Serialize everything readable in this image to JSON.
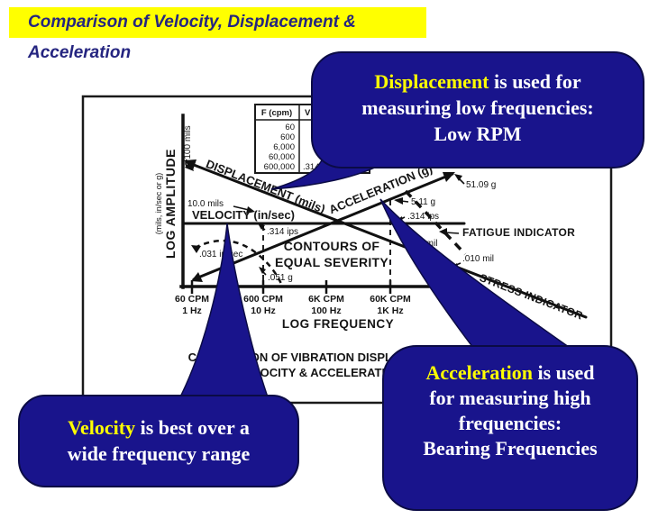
{
  "title": {
    "text": "Comparison of Velocity, Displacement & Acceleration",
    "bg": "#ffff00",
    "text_color": "#252580"
  },
  "colors": {
    "bubble": "#19148c",
    "highlight": "#ffff00",
    "ink": "#1a1a1a"
  },
  "bubbles": {
    "displacement": {
      "keyword": "Displacement",
      "rest": " is used for",
      "lines": [
        "measuring low frequencies:",
        "Low RPM"
      ]
    },
    "velocity": {
      "keyword": "Velocity",
      "rest": " is best over a",
      "lines": [
        "wide frequency range"
      ]
    },
    "acceleration": {
      "keyword": "Acceleration",
      "rest": " is used",
      "lines": [
        "for measuring high",
        "frequencies:",
        "Bearing Frequencies"
      ]
    }
  },
  "chart": {
    "ylabel": "LOG AMPLITUDE",
    "ylabel_units": "(mils, in/sec or g)",
    "xlabel": "LOG FREQUENCY",
    "caption1": "COMPARISON OF VIBRATION DISPLACEMENT,",
    "caption2": "VELOCITY & ACCELERATION",
    "contours1": "CONTOURS OF",
    "contours2": "EQUAL SEVERITY",
    "line_displacement": "DISPLACEMENT (mils)",
    "line_velocity": "VELOCITY (in/sec)",
    "line_acceleration": "ACCELERATION (g)",
    "fatigue": "FATIGUE INDICATOR",
    "stress": "STRESS INDICATOR",
    "ann": {
      "mils100": "100 mils",
      "mils10": "10.0 mils",
      "ips314a": ".314 ips",
      "insec031": ".031 in/sec",
      "g051": ".051 g",
      "g511": "5.11 g",
      "g5109": "51.09 g",
      "ips314b": ".314 ips",
      "mil10": ".10 mil",
      "mil010": ".010 mil"
    },
    "ticks": [
      [
        "60 CPM",
        "1 Hz"
      ],
      [
        "600 CPM",
        "10 Hz"
      ],
      [
        "6K CPM",
        "100 Hz"
      ],
      [
        "60K CPM",
        "1K Hz"
      ]
    ],
    "table": {
      "col1": "F (cpm)",
      "col2": "V",
      "rows": [
        "60",
        "600",
        "6,000",
        "60,000",
        "600,000"
      ],
      "v_last": ".314"
    }
  },
  "chart_data": {
    "type": "line",
    "title": "COMPARISON OF VIBRATION DISPLACEMENT, VELOCITY & ACCELERATION",
    "xlabel": "LOG FREQUENCY",
    "ylabel": "LOG AMPLITUDE",
    "ylabel_units": "(mils, in/sec or g)",
    "x_scale": "log",
    "y_scale": "log",
    "x_ticks": [
      {
        "cpm": "60 CPM",
        "hz": "1 Hz"
      },
      {
        "cpm": "600 CPM",
        "hz": "10 Hz"
      },
      {
        "cpm": "6K CPM",
        "hz": "100 Hz"
      },
      {
        "cpm": "60K CPM",
        "hz": "1K Hz"
      }
    ],
    "series": [
      {
        "name": "DISPLACEMENT (mils)",
        "shape": "descending diagonal",
        "labeled_points": [
          {
            "label": "100 mils",
            "at": "60 CPM"
          },
          {
            "label": "10.0 mils",
            "at": "600 CPM"
          },
          {
            "label": ".10 mil",
            "at": "60K CPM"
          },
          {
            "label": ".010 mil",
            "at": "600K CPM"
          }
        ]
      },
      {
        "name": "VELOCITY (in/sec)",
        "shape": "horizontal constant",
        "labeled_points": [
          {
            "label": ".314 ips"
          },
          {
            "label": ".031 in/sec"
          },
          {
            "label": ".314 ips",
            "at": "60K CPM"
          }
        ]
      },
      {
        "name": "ACCELERATION (g)",
        "shape": "ascending diagonal",
        "labeled_points": [
          {
            "label": ".051 g"
          },
          {
            "label": "5.11 g",
            "at": "60K CPM"
          },
          {
            "label": "51.09 g"
          }
        ]
      }
    ],
    "annotations": [
      "CONTOURS OF EQUAL SEVERITY",
      "FATIGUE INDICATOR",
      "STRESS INDICATOR"
    ],
    "inset_table": {
      "headers": [
        "F (cpm)",
        "V"
      ],
      "rows": [
        [
          "60",
          ""
        ],
        [
          "600",
          ""
        ],
        [
          "6,000",
          ""
        ],
        [
          "60,000",
          ""
        ],
        [
          "600,000",
          ".314"
        ]
      ]
    }
  }
}
